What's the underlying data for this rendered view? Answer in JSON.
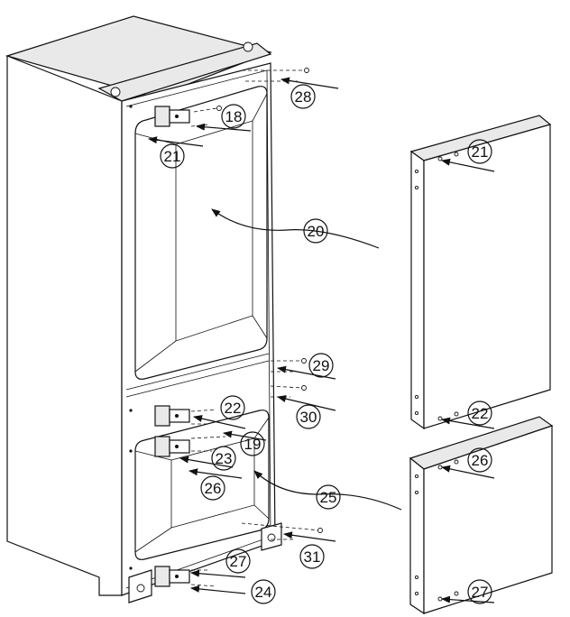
{
  "callouts": [
    {
      "id": "c18",
      "label": "18"
    },
    {
      "id": "c19",
      "label": "19"
    },
    {
      "id": "c20",
      "label": "20"
    },
    {
      "id": "c21a",
      "label": "21"
    },
    {
      "id": "c21b",
      "label": "21"
    },
    {
      "id": "c22a",
      "label": "22"
    },
    {
      "id": "c22b",
      "label": "22"
    },
    {
      "id": "c23",
      "label": "23"
    },
    {
      "id": "c24",
      "label": "24"
    },
    {
      "id": "c25",
      "label": "25"
    },
    {
      "id": "c26a",
      "label": "26"
    },
    {
      "id": "c26b",
      "label": "26"
    },
    {
      "id": "c27a",
      "label": "27"
    },
    {
      "id": "c27b",
      "label": "27"
    },
    {
      "id": "c28",
      "label": "28"
    },
    {
      "id": "c29",
      "label": "29"
    },
    {
      "id": "c30",
      "label": "30"
    },
    {
      "id": "c31",
      "label": "31"
    }
  ]
}
